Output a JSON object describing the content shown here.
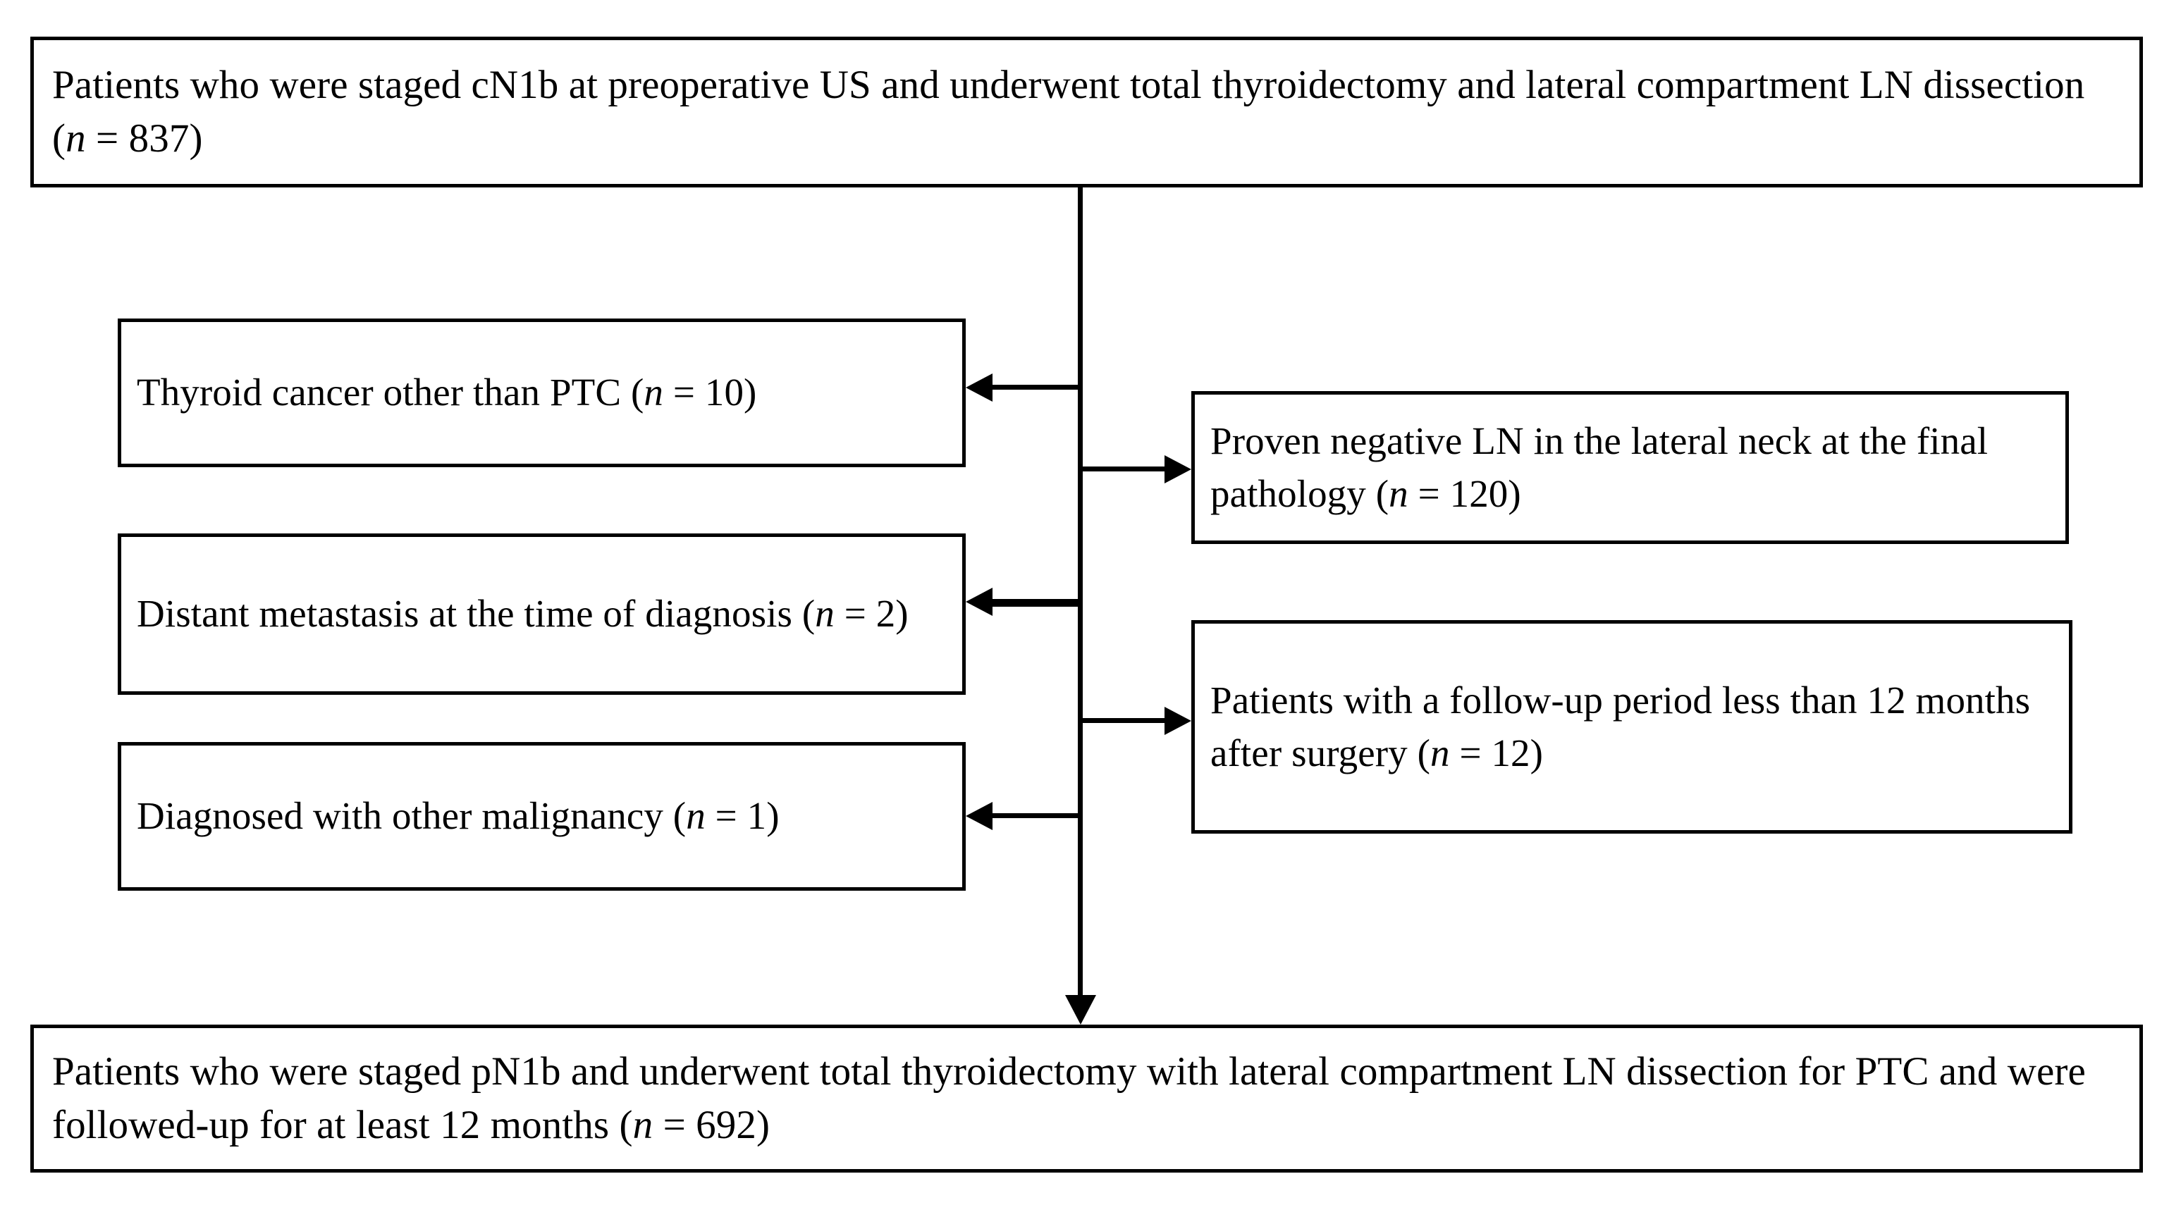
{
  "figure": {
    "type": "flowchart",
    "orientation": "top-to-bottom",
    "description": "Patient selection flow diagram for thyroid cancer cohort"
  },
  "nodes": {
    "enrolled": {
      "label": "Patients who were staged cN1b at preoperative US and underwent total thyroidectomy and lateral compartment LN dissection (n = 837)",
      "n": 837
    },
    "excluded_left": [
      {
        "label": "Thyroid cancer other than PTC (n = 10)",
        "n": 10
      },
      {
        "label": "Distant metastasis at the time of diagnosis (n = 2)",
        "n": 2
      },
      {
        "label": "Diagnosed with other malignancy (n = 1)",
        "n": 1
      }
    ],
    "excluded_right": [
      {
        "label": "Proven negative LN in the lateral neck at the final pathology (n = 120)",
        "n": 120
      },
      {
        "label": "Patients with a follow-up period less than 12 months after surgery (n = 12)",
        "n": 12
      }
    ],
    "final": {
      "label": "Patients who were staged pN1b and underwent total thyroidectomy with lateral compartment LN dissection for PTC and were followed-up for at least 12 months (n = 692)",
      "n": 692
    }
  },
  "style": {
    "border_color": "#000000",
    "background_color": "#ffffff",
    "text_color": "#000000",
    "connector_color": "#000000"
  }
}
